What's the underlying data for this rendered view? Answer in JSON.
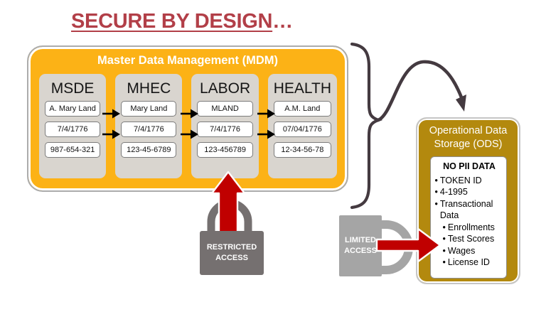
{
  "title": {
    "text": "SECURE BY DESIGN",
    "ellipsis": "…"
  },
  "mdm": {
    "title": "Master Data Management (MDM)",
    "columns": [
      {
        "name": "MSDE",
        "fields": [
          "A. Mary Land",
          "7/4/1776",
          "987-654-321"
        ]
      },
      {
        "name": "MHEC",
        "fields": [
          "Mary Land",
          "7/4/1776",
          "123-45-6789"
        ]
      },
      {
        "name": "LABOR",
        "fields": [
          "MLAND",
          "7/4/1776",
          "123-456789"
        ]
      },
      {
        "name": "HEALTH",
        "fields": [
          "A.M. Land",
          "07/04/1776",
          "12-34-56-78"
        ]
      }
    ]
  },
  "ods": {
    "title_line1": "Operational Data",
    "title_line2": "Storage (ODS)",
    "panel_heading": "NO PII DATA",
    "bullet_char": "•",
    "bullets": [
      {
        "label": "TOKEN ID",
        "level": 1
      },
      {
        "label": "4-1995",
        "level": 1
      },
      {
        "label": "Transactional Data",
        "level": 1
      },
      {
        "label": "Enrollments",
        "level": 2
      },
      {
        "label": "Test Scores",
        "level": 2
      },
      {
        "label": "Wages",
        "level": 2
      },
      {
        "label": "License ID",
        "level": 2
      }
    ]
  },
  "locks": {
    "restricted": {
      "line1": "RESTRICTED",
      "line2": "ACCESS"
    },
    "limited": {
      "line1": "LIMITED",
      "line2": "ACCESS"
    }
  },
  "colors": {
    "title_red": "#B23F48",
    "mdm_orange": "#FCB216",
    "ods_gold": "#B3890E",
    "column_gray": "#D9D5CF",
    "arrow_red": "#C00000",
    "flow_dark": "#443A40",
    "restricted_lock_gray": "#757070",
    "limited_lock_gray": "#A5A5A5"
  }
}
